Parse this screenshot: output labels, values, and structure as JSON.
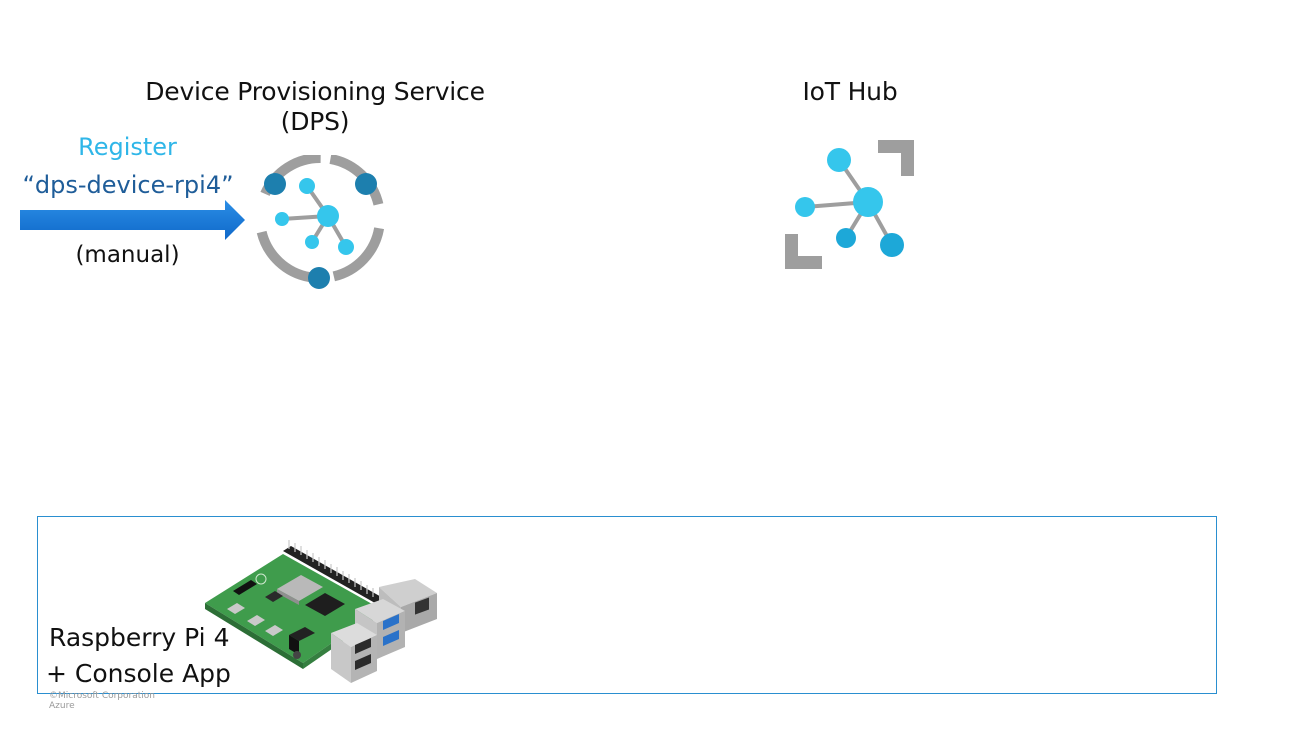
{
  "dps": {
    "title_line1": "Device Provisioning Service",
    "title_line2": "(DPS)",
    "icon": "device-provisioning-service-icon"
  },
  "iot_hub": {
    "title": "IoT Hub",
    "icon": "iot-hub-icon"
  },
  "registration": {
    "action": "Register",
    "device_id": "“dps-device-rpi4”",
    "mode": "(manual)",
    "arrow_icon": "right-arrow-icon"
  },
  "device": {
    "line1": "Raspberry Pi 4",
    "line2": "+ Console App",
    "image": "raspberry-pi-4-board"
  },
  "footer": {
    "line1": "©Microsoft Corporation",
    "line2": "Azure"
  },
  "colors": {
    "register_text": "#2fb6e8",
    "device_id_text": "#1f5d99",
    "arrow": "#1677d6",
    "box_border": "#2a8fd0",
    "icon_grey": "#9e9e9e",
    "icon_dark_blue": "#1d7fae",
    "icon_light_blue": "#35c6ec"
  }
}
